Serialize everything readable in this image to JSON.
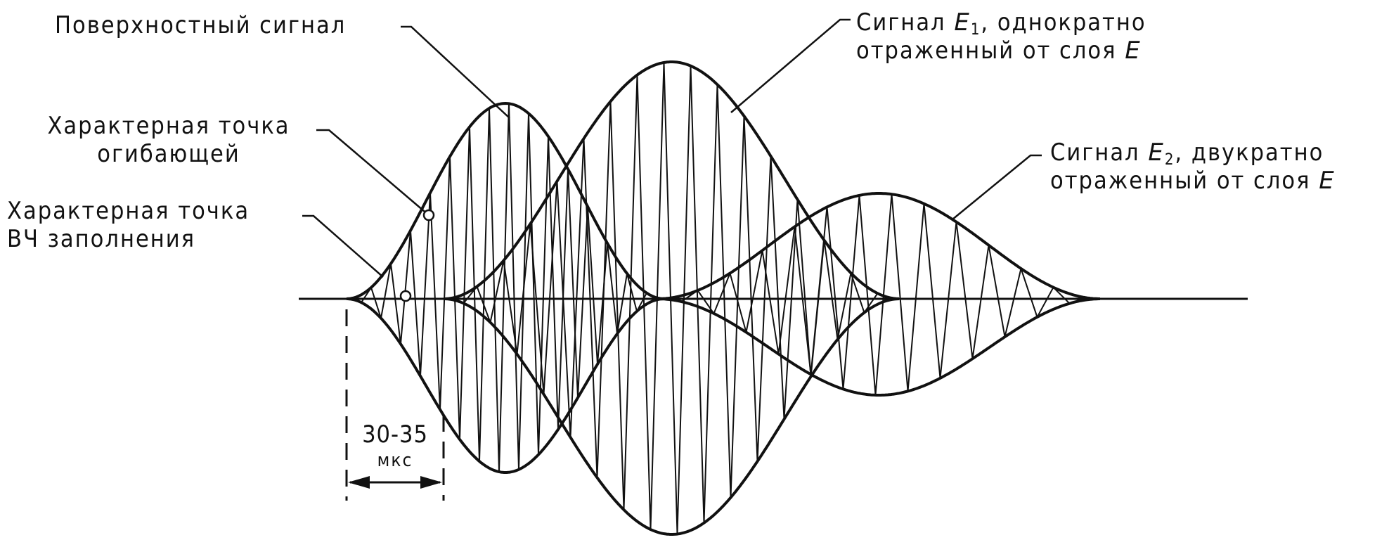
{
  "labels": {
    "surface": "Поверхностный сигнал",
    "e1_prefix": "Сигнал ",
    "e1_letter": "E",
    "e1_sub": "1",
    "e1_suffix": ", однократно",
    "e1_line2_text": "отраженный от слоя ",
    "e1_line2_letter": "E",
    "env_point_line1": "Характерная точка",
    "env_point_line2": "огибающей",
    "hf_point_line1": "Характерная точка",
    "hf_point_line2": "ВЧ заполнения",
    "e2_prefix": "Сигнал ",
    "e2_letter": "E",
    "e2_sub": "2",
    "e2_suffix": ", двукратно",
    "e2_line2_text": "отраженный от слоя ",
    "e2_line2_letter": "E"
  },
  "dimension": {
    "value": "30-35",
    "unit": "мкс"
  },
  "colors": {
    "ink": "#111111",
    "background": "#ffffff"
  }
}
